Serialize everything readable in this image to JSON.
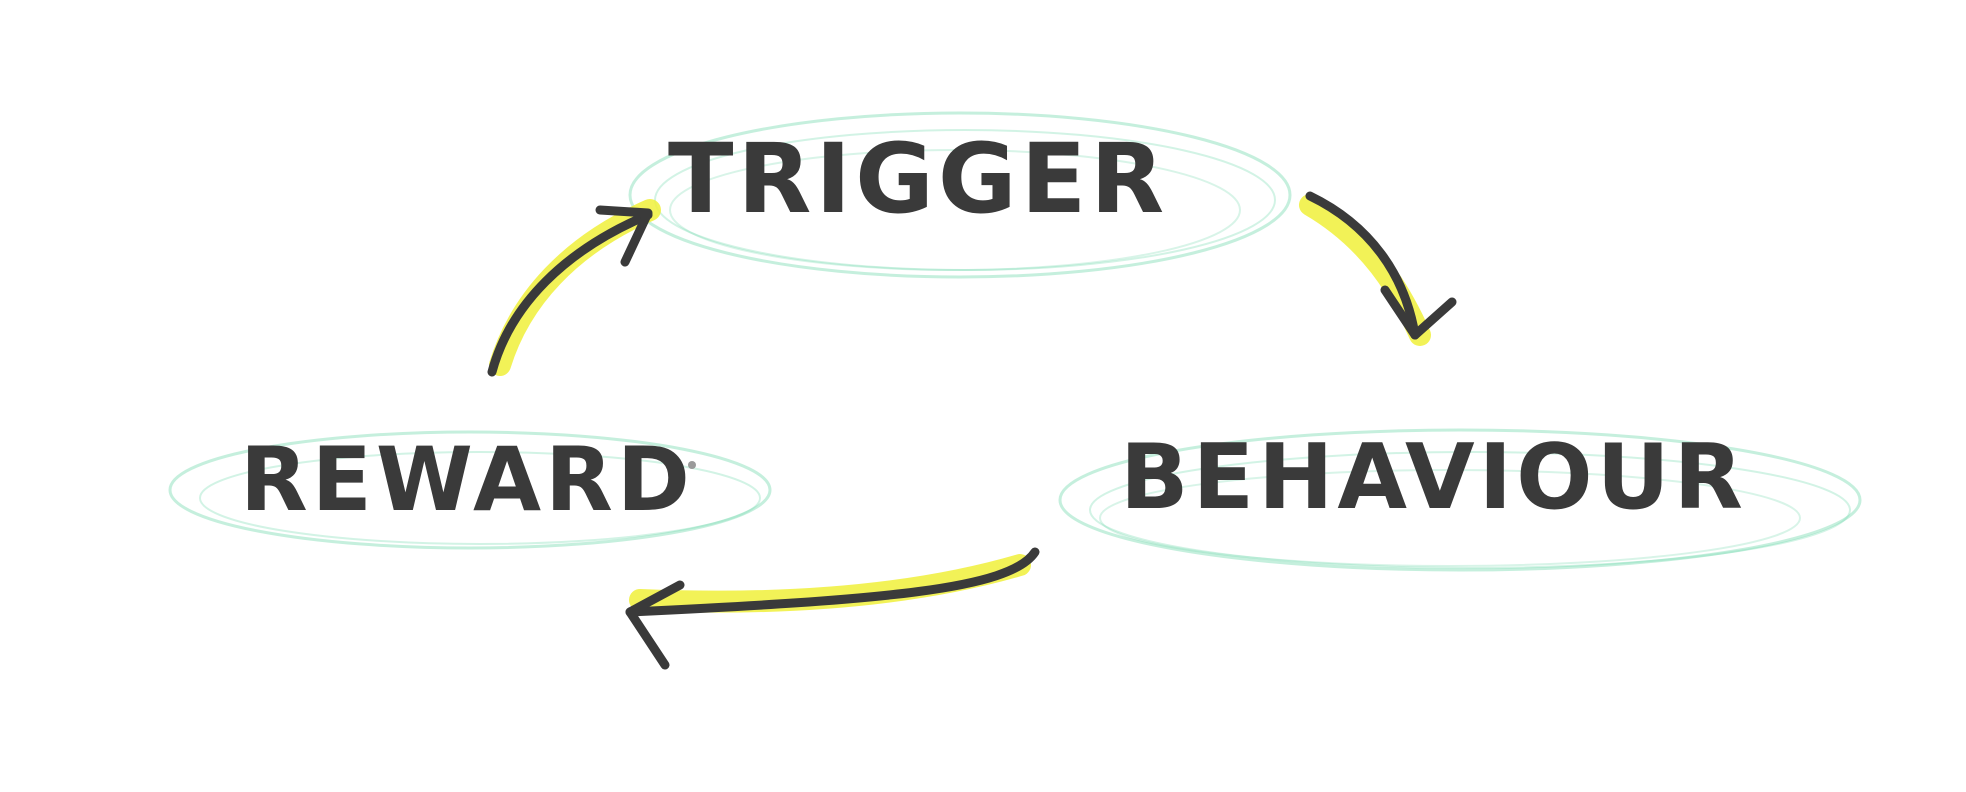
{
  "diagram": {
    "colors": {
      "ink": "#3a3a3a",
      "highlighter": "#f0f03a",
      "halo": "#7fdcb4"
    },
    "nodes": [
      {
        "id": "trigger",
        "label": "TRIGGER"
      },
      {
        "id": "behaviour",
        "label": "BEHAVIOUR"
      },
      {
        "id": "reward",
        "label": "REWARD"
      }
    ],
    "edges": [
      {
        "from": "trigger",
        "to": "behaviour"
      },
      {
        "from": "behaviour",
        "to": "reward"
      },
      {
        "from": "reward",
        "to": "trigger"
      }
    ]
  }
}
